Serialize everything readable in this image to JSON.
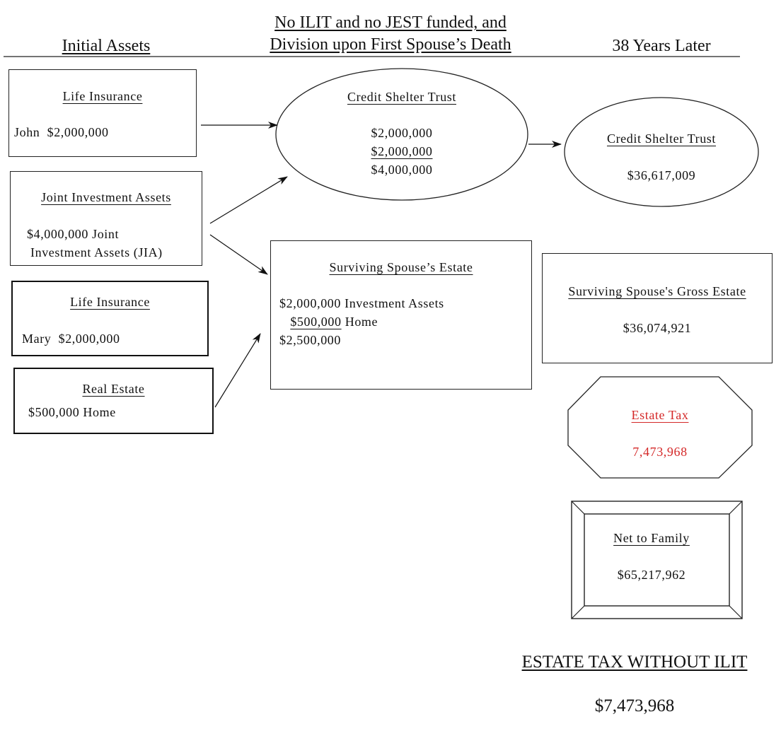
{
  "headers": {
    "initial_assets": "Initial Assets",
    "scenario_line1": "No ILIT and no JEST funded, and",
    "scenario_line2": "Division upon First Spouse’s Death",
    "years_later": "38 Years Later"
  },
  "life_insurance_john": {
    "title": "Life Insurance",
    "text": "John  $2,000,000"
  },
  "joint_investment": {
    "title": "Joint Investment Assets",
    "line1": "$4,000,000 Joint",
    "line2": "Investment Assets (JIA)"
  },
  "life_insurance_mary": {
    "title": "Life Insurance",
    "text": "Mary  $2,000,000"
  },
  "real_estate": {
    "title": "Real Estate",
    "text": "$500,000 Home"
  },
  "credit_shelter_trust": {
    "title": "Credit Shelter Trust",
    "line1": "$2,000,000",
    "line2": "$2,000,000",
    "total": "$4,000,000"
  },
  "surviving_spouse_estate": {
    "title": "Surviving Spouse’s Estate",
    "line1": "$2,000,000 Investment Assets",
    "line2_amount": "$500,000",
    "line2_label": "Home",
    "total": "$2,500,000"
  },
  "credit_shelter_trust_later": {
    "title": "Credit Shelter Trust",
    "value": "$36,617,009"
  },
  "gross_estate": {
    "title": "Surviving Spouse's Gross Estate",
    "value": "$36,074,921"
  },
  "estate_tax": {
    "title": "Estate Tax",
    "value": "7,473,968"
  },
  "net_to_family": {
    "title": "Net to Family",
    "value": "$65,217,962"
  },
  "summary": {
    "title": "ESTATE TAX WITHOUT ILIT",
    "value": "$7,473,968"
  },
  "colors": {
    "text": "#111111",
    "tax_red": "#d42828",
    "line": "#222222"
  }
}
